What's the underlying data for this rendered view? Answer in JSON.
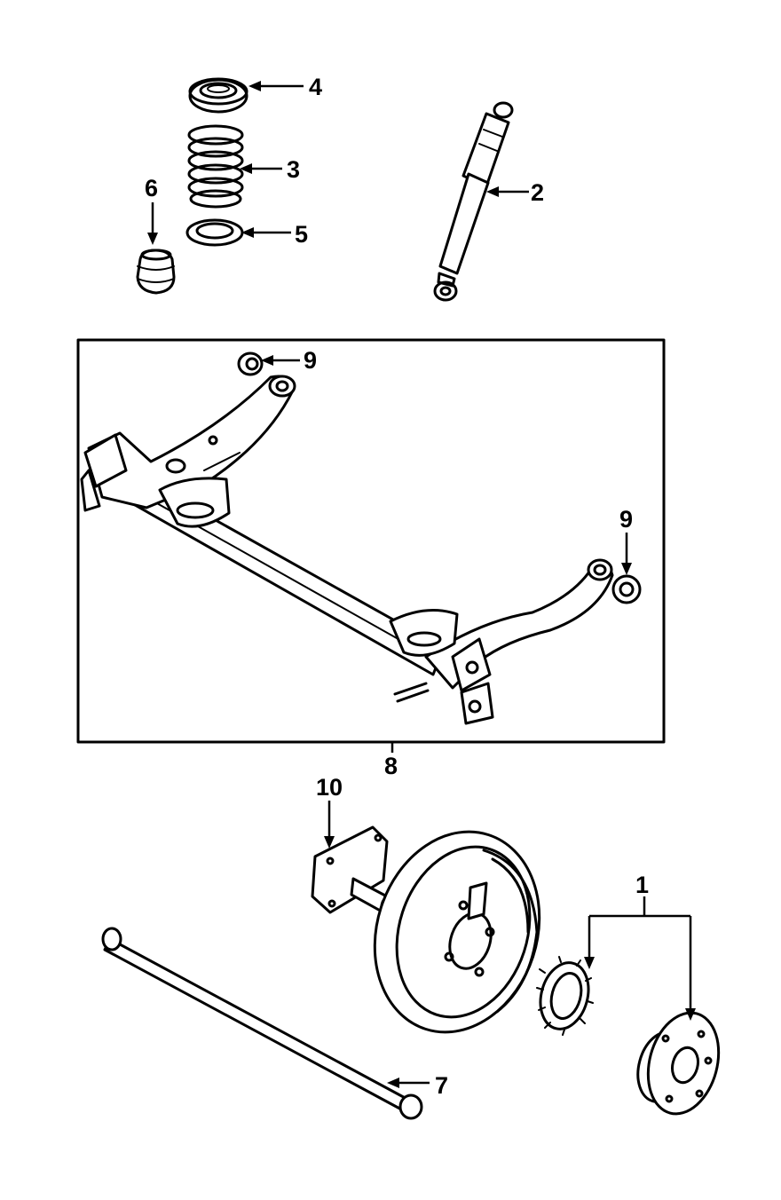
{
  "callouts": [
    {
      "id": "c1",
      "text": "1",
      "part": "hub-and-tone-ring"
    },
    {
      "id": "c2",
      "text": "2",
      "part": "shock-absorber"
    },
    {
      "id": "c3",
      "text": "3",
      "part": "coil-spring"
    },
    {
      "id": "c4",
      "text": "4",
      "part": "upper-spring-seat"
    },
    {
      "id": "c5",
      "text": "5",
      "part": "lower-spring-seat"
    },
    {
      "id": "c6",
      "text": "6",
      "part": "bump-stop"
    },
    {
      "id": "c7",
      "text": "7",
      "part": "track-bar"
    },
    {
      "id": "c8",
      "text": "8",
      "part": "axle-beam-assembly"
    },
    {
      "id": "c9a",
      "text": "9",
      "part": "bushing-left"
    },
    {
      "id": "c9b",
      "text": "9",
      "part": "bushing-right"
    },
    {
      "id": "c10",
      "text": "10",
      "part": "spindle"
    }
  ]
}
